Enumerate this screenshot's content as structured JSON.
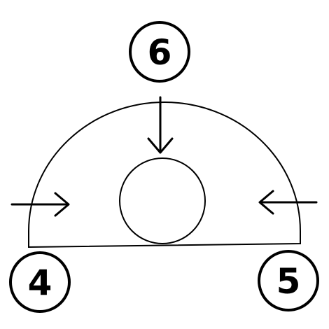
{
  "diagram": {
    "labels": {
      "top": "6",
      "bottom_left": "4",
      "bottom_right": "5"
    },
    "arrows": {
      "top": "down",
      "left": "right",
      "right": "left"
    },
    "colors": {
      "stroke": "#000000",
      "background": "#ffffff"
    }
  }
}
